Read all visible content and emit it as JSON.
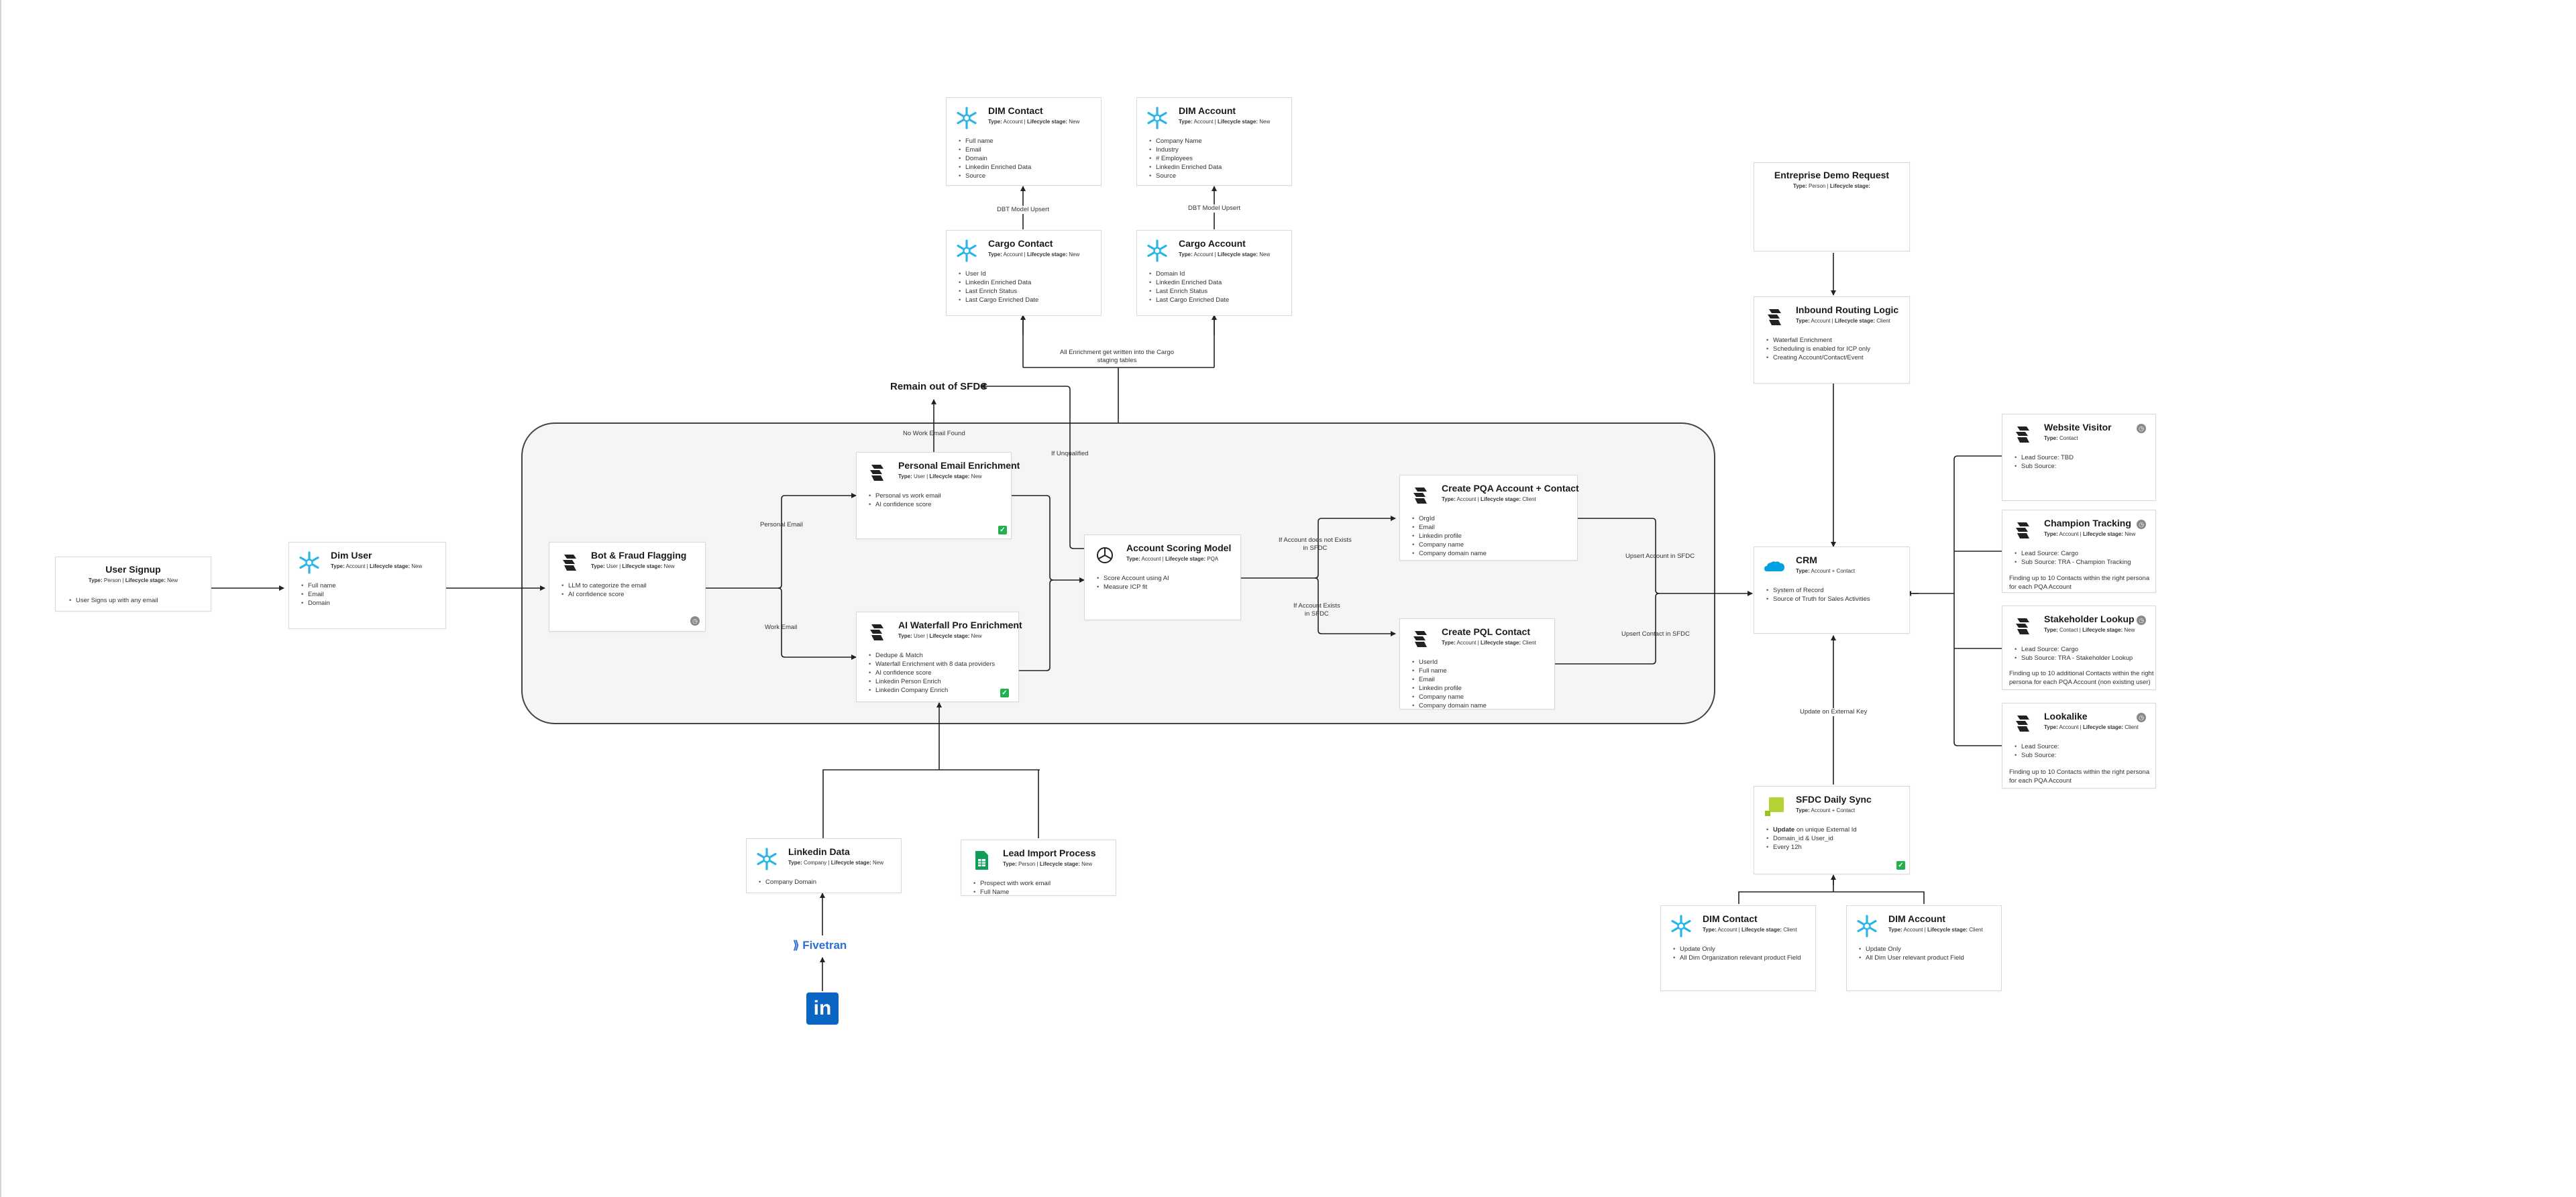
{
  "nodes": {
    "user_signup": {
      "title": "User Signup",
      "type": "Person",
      "stage": "New",
      "items": [
        "User Signs up with any email"
      ]
    },
    "dim_user": {
      "title": "Dim User",
      "type": "Account",
      "stage": "New",
      "items": [
        "Full name",
        "Email",
        "Domain"
      ]
    },
    "bot_fraud": {
      "title": "Bot & Fraud Flagging",
      "type": "User",
      "stage": "New",
      "items": [
        "LLM to categorize the email",
        "AI confidence score"
      ]
    },
    "personal_email": {
      "title": "Personal Email Enrichment",
      "type": "User",
      "stage": "New",
      "items": [
        "Personal vs work email",
        "AI confidence score"
      ]
    },
    "ai_waterfall": {
      "title": "AI Waterfall Pro Enrichment",
      "type": "User",
      "stage": "New",
      "items": [
        "Dedupe & Match",
        "Waterfall Enrichment with 8 data providers",
        "AI confidence score",
        "Linkedin Person Enrich",
        "Linkedin Company Enrich"
      ]
    },
    "account_scoring": {
      "title": "Account Scoring Model",
      "type": "Account",
      "stage": "PQA",
      "items": [
        "Score Account using AI",
        "Measure ICP fit"
      ]
    },
    "create_pqa": {
      "title": "Create PQA Account + Contact",
      "type": "Account",
      "stage": "Client",
      "items": [
        "OrgId",
        "Email",
        "Linkedin profile",
        "Company name",
        "Company domain name"
      ]
    },
    "create_pql": {
      "title": "Create PQL Contact",
      "type": "Account",
      "stage": "Client",
      "items": [
        "UserId",
        "Full name",
        "Email",
        "Linkedin profile",
        "Company name",
        "Company domain name"
      ]
    },
    "dim_contact_top": {
      "title": "DIM Contact",
      "type": "Account",
      "stage": "New",
      "items": [
        "Full name",
        "Email",
        "Domain",
        "Linkedin Enriched Data",
        "Source"
      ]
    },
    "dim_account_top": {
      "title": "DIM Account",
      "type": "Account",
      "stage": "New",
      "items": [
        "Company Name",
        "Industry",
        "# Employees",
        "Linkedin Enriched Data",
        "Source"
      ]
    },
    "cargo_contact": {
      "title": "Cargo Contact",
      "type": "Account",
      "stage": "New",
      "items": [
        "User Id",
        "Linkedin Enriched Data",
        "Last Enrich Status",
        "Last Cargo Enriched Date"
      ]
    },
    "cargo_account": {
      "title": "Cargo Account",
      "type": "Account",
      "stage": "New",
      "items": [
        "Domain Id",
        "Linkedin Enriched Data",
        "Last Enrich Status",
        "Last Cargo Enriched Date"
      ]
    },
    "linkedin_data": {
      "title": "Linkedin Data",
      "type": "Company",
      "stage": "New",
      "items": [
        "Company Domain"
      ]
    },
    "lead_import": {
      "title": "Lead Import Process",
      "type": "Person",
      "stage": "New",
      "items": [
        "Prospect with work email",
        "Full Name"
      ]
    },
    "enterprise_demo": {
      "title": "Entreprise Demo Request",
      "type": "Person",
      "stage": "",
      "items": []
    },
    "inbound_routing": {
      "title": "Inbound Routing Logic",
      "type": "Account",
      "stage": "Client",
      "items": [
        "Waterfall Enrichment",
        "Scheduling is enabled for ICP only",
        "Creating Account/Contact/Event"
      ]
    },
    "crm": {
      "title": "CRM",
      "type": "Account + Contact",
      "items": [
        "System of Record",
        "Source of Truth for Sales Activities"
      ]
    },
    "sfdc_sync": {
      "title": "SFDC Daily Sync",
      "type": "Account + Contact",
      "items": [
        "Update on unique External Id",
        "Domain_id & User_id",
        "Every 12h"
      ],
      "strong_prefix": "Update"
    },
    "dim_contact_bottom": {
      "title": "DIM Contact",
      "type": "Account",
      "stage": "Client",
      "items": [
        "Update Only",
        "All Dim Organization relevant product Field"
      ]
    },
    "dim_account_bottom": {
      "title": "DIM Account",
      "type": "Account",
      "stage": "Client",
      "items": [
        "Update Only",
        "All Dim User relevant product Field"
      ]
    },
    "website_visitor": {
      "title": "Website Visitor",
      "type": "Contact",
      "items": [
        "Lead Source: TBD",
        "Sub Source:"
      ]
    },
    "champion_tracking": {
      "title": "Champion Tracking",
      "type": "Account",
      "stage": "New",
      "items": [
        "Lead Source: Cargo",
        "Sub Source: TRA - Champion Tracking"
      ],
      "note": "Finding up to 10 Contacts within the right persona for each PQA Account"
    },
    "stakeholder_lookup": {
      "title": "Stakeholder Lookup",
      "type": "Contact",
      "stage": "New",
      "items": [
        "Lead Source: Cargo",
        "Sub Source: TRA - Stakeholder Lookup"
      ],
      "note": "Finding up to 10 additional Contacts within the right persona for each PQA Account (non existing user)"
    },
    "lookalike": {
      "title": "Lookalike",
      "type": "Account",
      "stage": "Client",
      "items": [
        "Lead Source:",
        "Sub Source:"
      ],
      "note": "Finding up to 10 Contacts within the right persona for each PQA Account"
    }
  },
  "labels": {
    "type_key": "Type:",
    "stage_key": "Lifecycle stage:",
    "personal_email": "Personal Email",
    "work_email": "Work Email",
    "no_work_email": "No Work Email Found",
    "if_unqualified": "If Unqualified",
    "remain_out": "Remain out of SFDC",
    "all_enrichment": "All Enrichment get written into the Cargo\nstaging tables",
    "dbt_upsert_1": "DBT Model Upsert",
    "dbt_upsert_2": "DBT Model Upsert",
    "if_account_not_exists": "If Account does not Exists\nin SFDC",
    "if_account_exists": "If Account Exists\nin SFDC",
    "upsert_account": "Upsert Account in SFDC",
    "upsert_contact": "Upsert Contact in SFDC",
    "update_external_key": "Update on External Key",
    "fivetran": "Fivetran",
    "linkedin": "in"
  },
  "colors": {
    "snowflake": "#29b5e8",
    "salesforce": "#00a1e0",
    "sheets": "#0f9d58",
    "check": "#22b14c",
    "fivetran": "#2b6fd6",
    "linkedin": "#0a66c2",
    "sfdc_sync": "#b5d334"
  },
  "icons": {
    "snowflake": "snowflake-icon",
    "cargo": "cargo-icon",
    "openai": "openai-icon",
    "salesforce": "salesforce-cloud-icon",
    "sheets": "google-sheets-icon",
    "fivetran": "fivetran-logo",
    "linkedin": "linkedin-logo"
  }
}
